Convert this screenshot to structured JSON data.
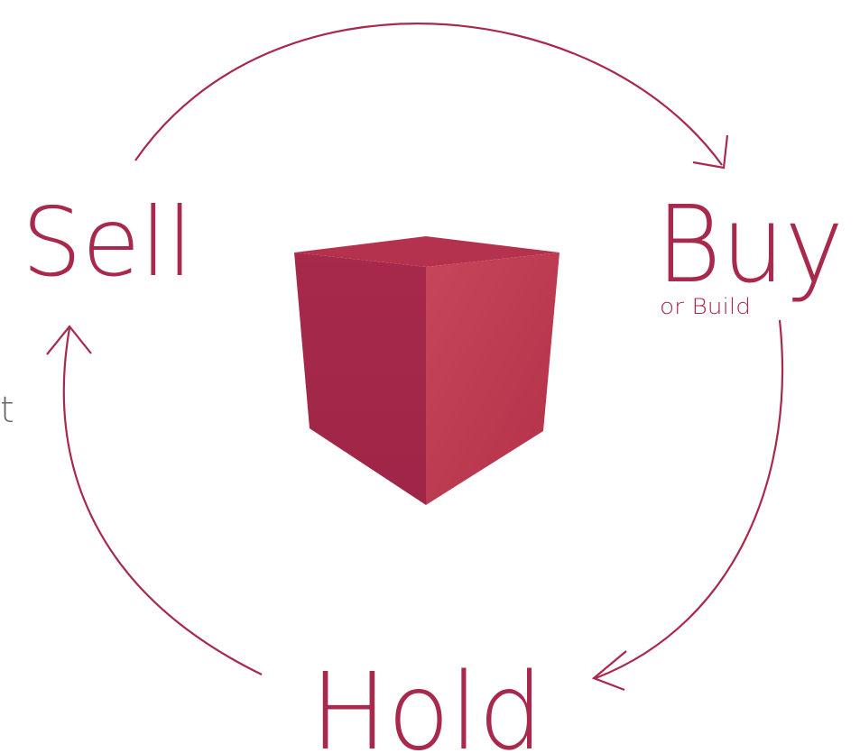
{
  "diagram": {
    "stages": {
      "sell": "Sell",
      "buy": "Buy",
      "buy_sub": "or Build",
      "hold": "Hold"
    },
    "edge_fragment": "t",
    "colors": {
      "accent": "#a8294b",
      "cube_left": "#a2284a",
      "cube_right": "#c03e54",
      "cube_top": "#b02f4d",
      "stray_text": "#666666"
    }
  }
}
